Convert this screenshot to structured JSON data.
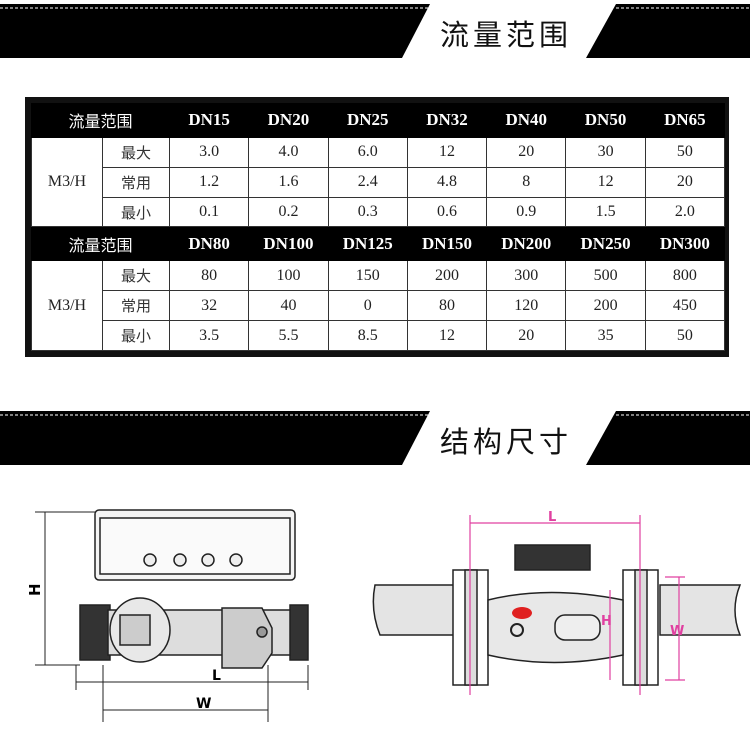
{
  "sections": {
    "flow_range": "流量范围",
    "dimensions": "结构尺寸"
  },
  "table": {
    "header_label": "流量范围",
    "unit": "M3/H",
    "row_labels": [
      "最大",
      "常用",
      "最小"
    ],
    "blocks": [
      {
        "sizes": [
          "DN15",
          "DN20",
          "DN25",
          "DN32",
          "DN40",
          "DN50",
          "DN65"
        ],
        "rows": [
          [
            "3.0",
            "4.0",
            "6.0",
            "12",
            "20",
            "30",
            "50"
          ],
          [
            "1.2",
            "1.6",
            "2.4",
            "4.8",
            "8",
            "12",
            "20"
          ],
          [
            "0.1",
            "0.2",
            "0.3",
            "0.6",
            "0.9",
            "1.5",
            "2.0"
          ]
        ]
      },
      {
        "sizes": [
          "DN80",
          "DN100",
          "DN125",
          "DN150",
          "DN200",
          "DN250",
          "DN300"
        ],
        "rows": [
          [
            "80",
            "100",
            "150",
            "200",
            "300",
            "500",
            "800"
          ],
          [
            "32",
            "40",
            "0",
            "80",
            "120",
            "200",
            "450"
          ],
          [
            "3.5",
            "5.5",
            "8.5",
            "12",
            "20",
            "35",
            "50"
          ]
        ]
      }
    ]
  },
  "diagram_left": {
    "h": "H",
    "l": "L",
    "w": "W"
  },
  "diagram_right": {
    "l": "L",
    "h": "H",
    "w": "W"
  },
  "colors": {
    "dimension_line": "#e040a0",
    "valve_red": "#e02020"
  }
}
